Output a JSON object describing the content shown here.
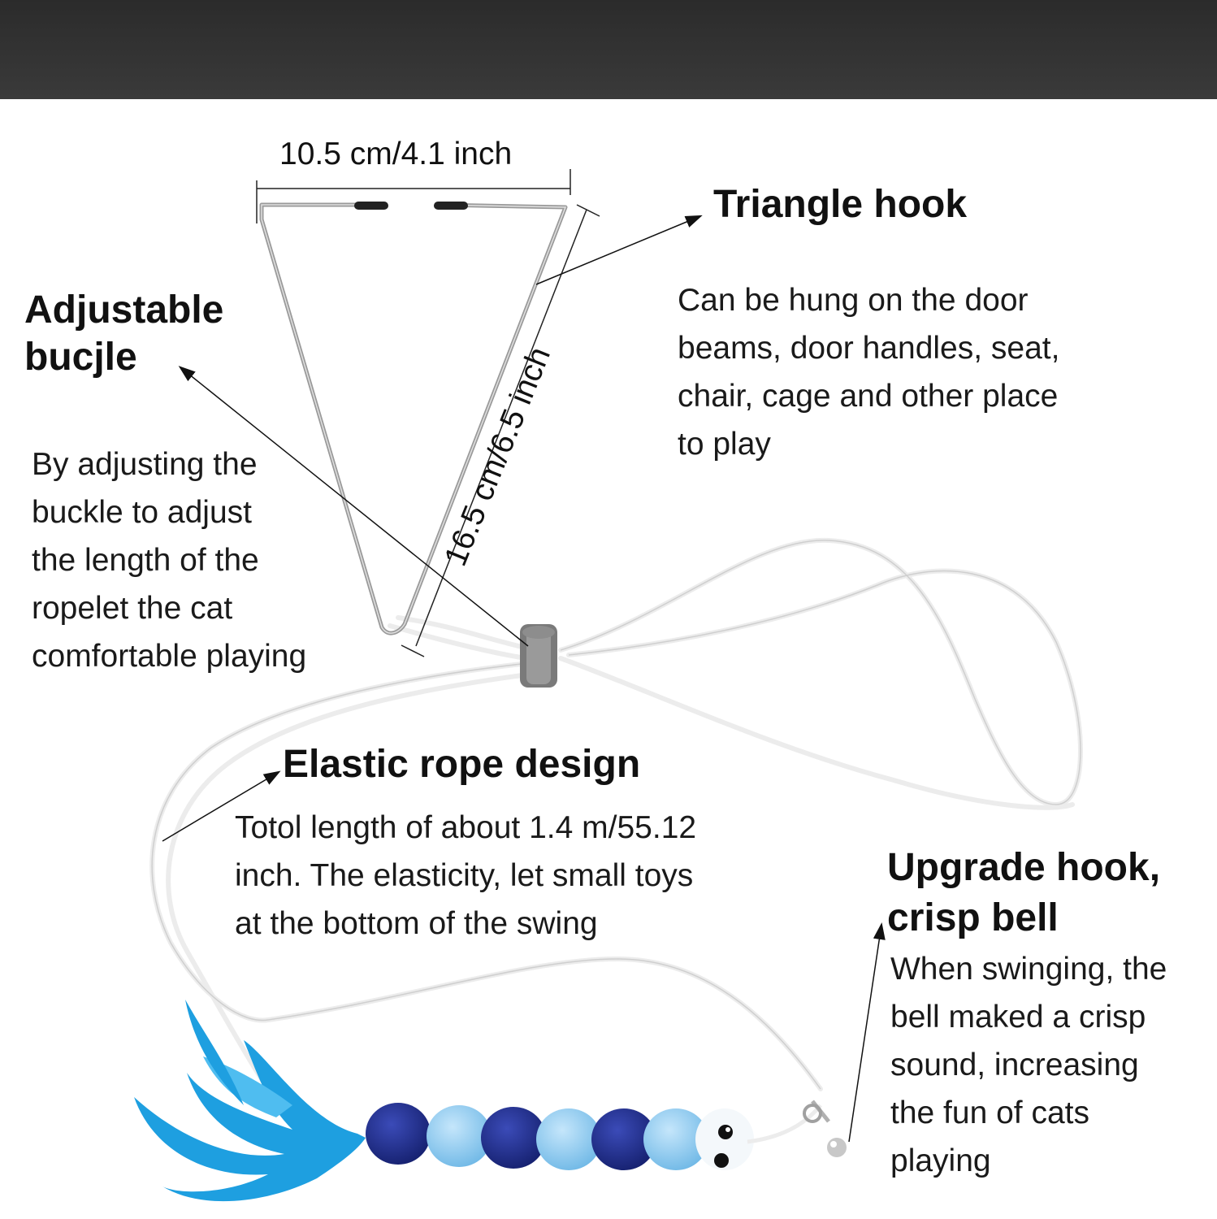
{
  "dimensions": {
    "width_label": "10.5 cm/4.1 inch",
    "height_label": "16.5 cm/6.5 inch"
  },
  "triangle_hook": {
    "title": "Triangle hook",
    "description": "Can be hung on the door\nbeams, door handles, seat,\nchair, cage and other place\nto play"
  },
  "adjustable_buckle": {
    "title": "Adjustable\nbucjle",
    "description": "By adjusting the\nbuckle to adjust\nthe length of the\nropelet the cat\ncomfortable playing"
  },
  "elastic_rope": {
    "title": "Elastic rope design",
    "description": "Totol length of about 1.4 m/55.12\ninch. The elasticity, let small toys\nat the bottom of the swing"
  },
  "upgrade_hook": {
    "title": "Upgrade hook,\ncrisp bell",
    "description": "When swinging, the\nbell maked a crisp\nsound, increasing\nthe fun of cats\nplaying"
  },
  "colors": {
    "top_bar": "#2f2f2f",
    "feather": "#1e9fe0",
    "pom_dark": "#1f2a8a",
    "pom_light": "#8ccbf0",
    "wire": "#9a9a9a",
    "rope": "#e6e6e6"
  }
}
